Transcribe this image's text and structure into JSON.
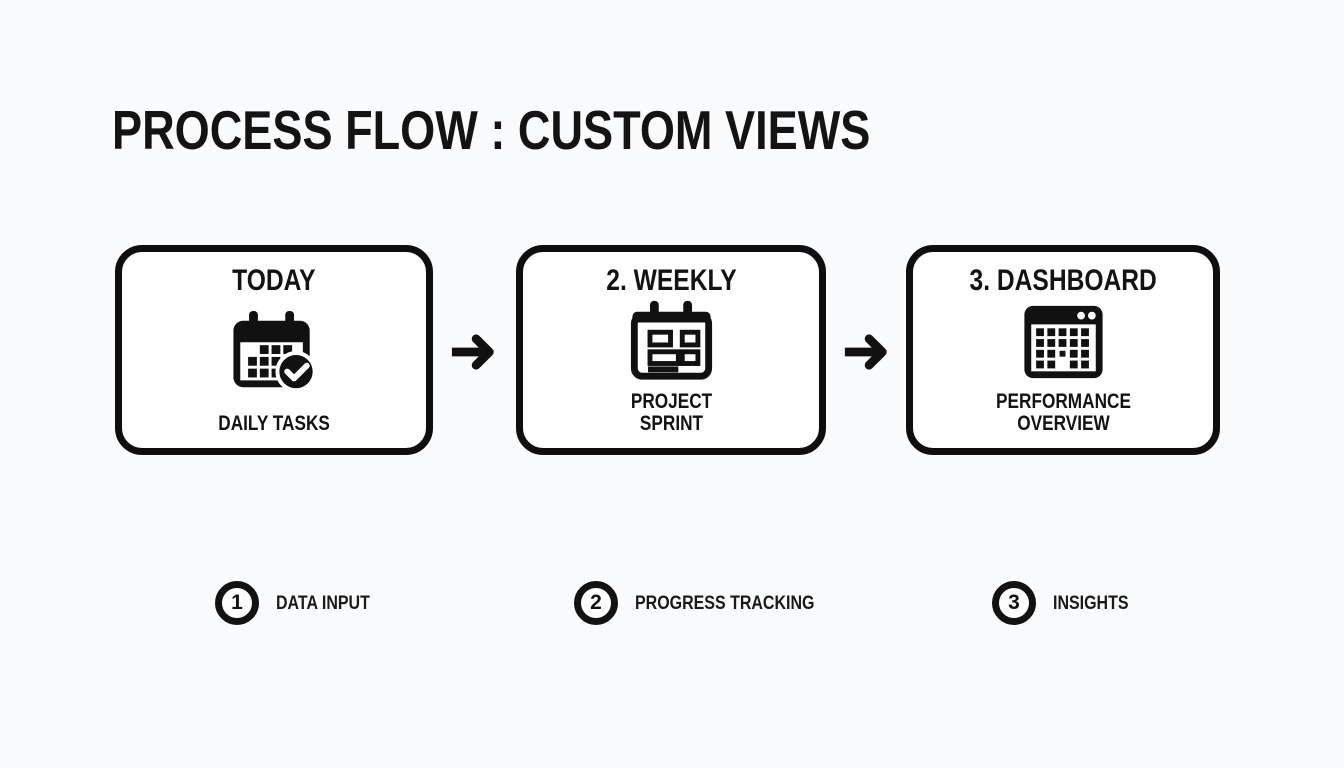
{
  "page": {
    "background_color": "#fafbfc",
    "ink_color": "#111111",
    "title": "PROCESS FLOW : CUSTOM VIEWS"
  },
  "steps": [
    {
      "title": "TODAY",
      "subtitle": "DAILY TASKS",
      "icon": "calendar-check-icon"
    },
    {
      "title": "2. WEEKLY",
      "subtitle": "PROJECT SPRINT",
      "icon": "weekly-board-icon"
    },
    {
      "title": "3. DASHBOARD",
      "subtitle": "PERFORMANCE OVERVIEW",
      "icon": "dashboard-grid-icon"
    }
  ],
  "connectors": [
    {
      "glyph": "right-arrow"
    },
    {
      "glyph": "right-arrow"
    }
  ],
  "legend": [
    {
      "number": "1",
      "label": "DATA INPUT"
    },
    {
      "number": "2",
      "label": "PROGRESS TRACKING"
    },
    {
      "number": "3",
      "label": "INSIGHTS"
    }
  ]
}
